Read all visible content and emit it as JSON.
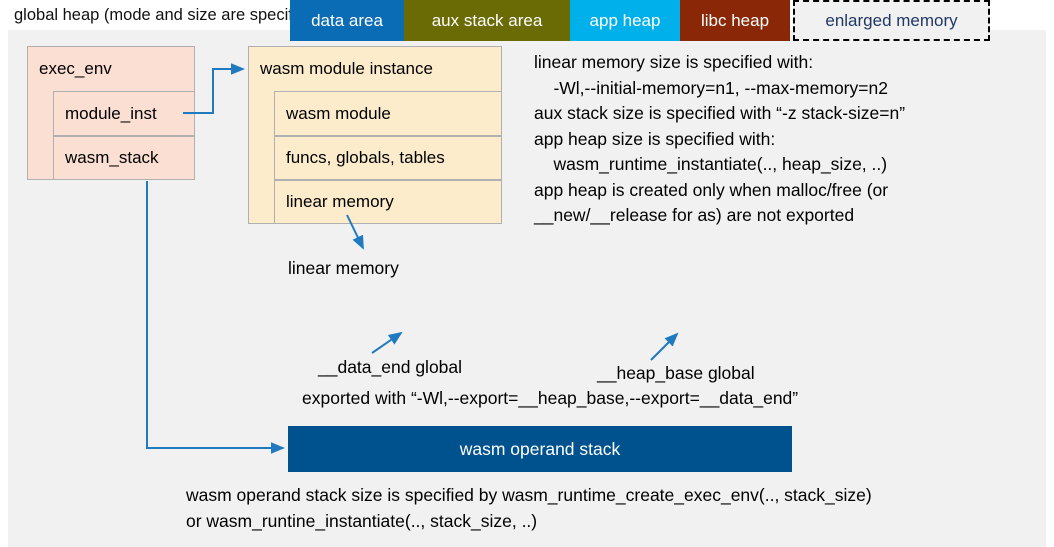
{
  "title": "global heap (mode and size are specified by wasm_runtime_full_init)",
  "colors": {
    "panel_bg": "#f1f1f1",
    "exec_env_fill": "#fbdfd2",
    "module_fill": "#fceccb",
    "data_area": "#0a6cb4",
    "aux_stack_area": "#6b6b06",
    "app_heap": "#00b0ea",
    "libc_heap": "#8a2706",
    "enlarged_memory_text": "#1f3864",
    "operand_stack": "#00528e",
    "arrow": "#1f7ac0"
  },
  "exec_env": {
    "title": "exec_env",
    "fields": [
      {
        "label": "module_inst"
      },
      {
        "label": "wasm_stack"
      }
    ]
  },
  "module_instance": {
    "title": "wasm module instance",
    "rows": [
      {
        "label": "wasm module"
      },
      {
        "label": "funcs, globals, tables"
      },
      {
        "label": "linear memory"
      }
    ]
  },
  "info_note": "linear memory size is specified with:\n    -Wl,--initial-memory=n1, --max-memory=n2\naux stack size is specified with “-z stack-size=n”\napp heap size is specified with:\n    wasm_runtime_instantiate(.., heap_size, ..)\napp heap is created only when malloc/free (or\n__new/__release for as) are not exported",
  "linear_memory": {
    "caption": "linear memory",
    "segments": [
      {
        "label": "data area"
      },
      {
        "label": "aux stack area"
      },
      {
        "label": "app heap"
      },
      {
        "label": "libc heap"
      },
      {
        "label": "enlarged memory"
      }
    ]
  },
  "annotations": {
    "data_end": "__data_end global",
    "heap_base": "__heap_base global",
    "exported_with": "exported with “-Wl,--export=__heap_base,--export=__data_end”"
  },
  "operand_stack": {
    "label": "wasm operand stack"
  },
  "bottom_note": "wasm operand stack size is specified by wasm_runtime_create_exec_env(.., stack_size)\nor wasm_runtine_instantiate(.., stack_size, ..)"
}
